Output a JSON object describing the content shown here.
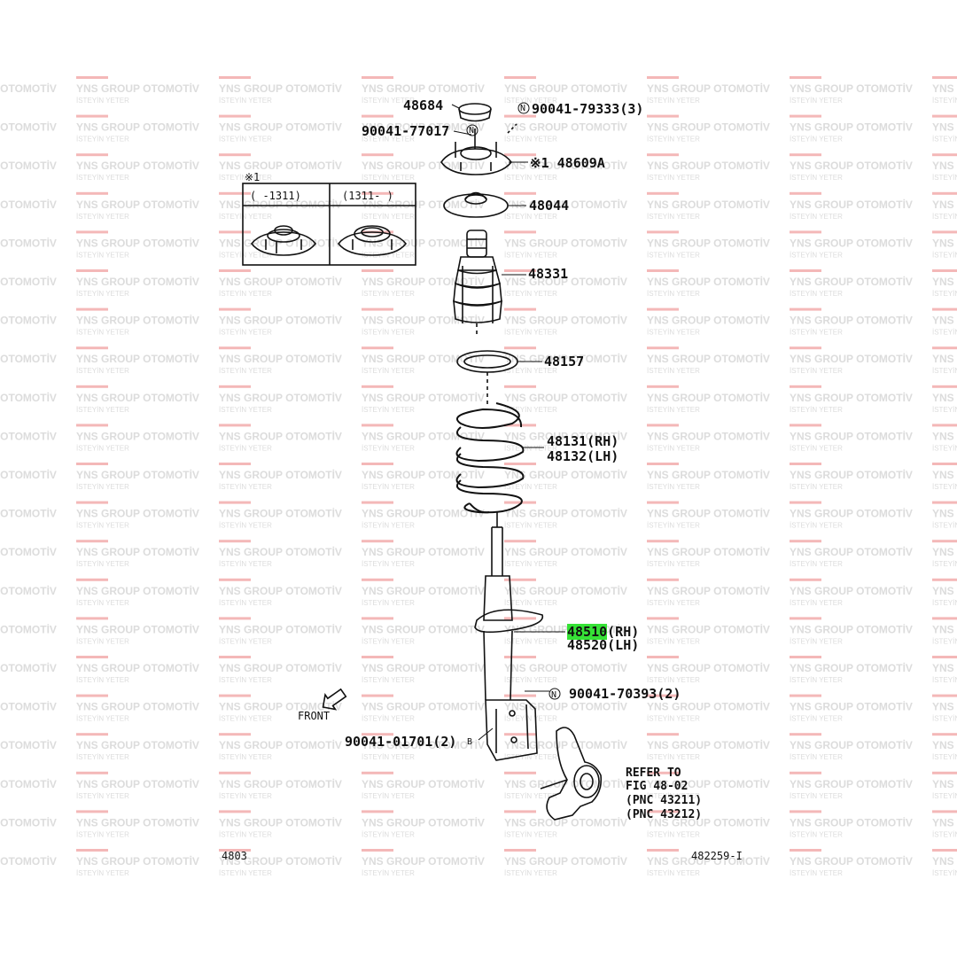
{
  "watermark": {
    "brand": "YNS GROUP OTOMOTİV",
    "tagline": "İSTEYİN YETER",
    "accent": "#f4b8b8",
    "text_color": "#dcdcdc"
  },
  "inset": {
    "symbol": "※1",
    "col_left": "(    -1311)",
    "col_right": "(1311-    )"
  },
  "labels": {
    "p48684": "48684",
    "p90041_77017": "90041-77017",
    "p90041_79333": "90041-79333(3)",
    "p48609A": "※1 48609A",
    "p48044": "48044",
    "p48331": "48331",
    "p48157": "48157",
    "p48131": "48131(RH)",
    "p48132": "48132(LH)",
    "p48510_num": "48510",
    "p48510_suffix": "(RH)",
    "p48520": "48520(LH)",
    "p90041_70393": "90041-70393(2)",
    "p90041_01701": "90041-01701(2)",
    "front": "FRONT",
    "refer1": "REFER TO",
    "refer2": "FIG 48-02",
    "refer3": "(PNC 43211)",
    "refer4": "(PNC 43212)",
    "fig_left": "4803",
    "fig_right": "482259-I",
    "tag_n": "N",
    "tag_b": "B"
  },
  "highlight_color": "#36e236"
}
